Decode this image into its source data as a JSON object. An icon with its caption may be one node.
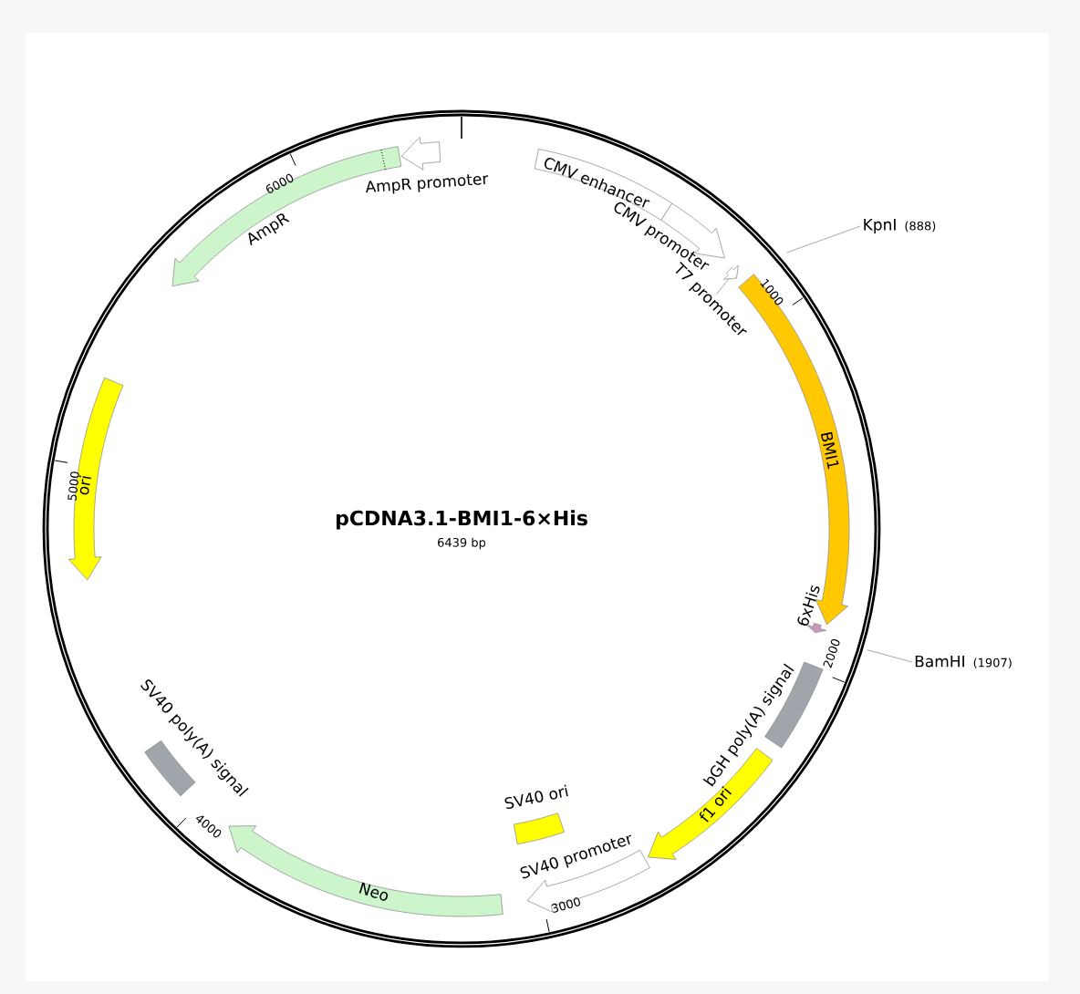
{
  "diagram": {
    "title": "pCDNA3.1-BMI1-6×His",
    "caption": "6439 bp",
    "nodes": [
      {
        "text": [
          "CMV enhancer"
        ]
      },
      {
        "text": [
          "CMV promoter"
        ]
      },
      {
        "text": [
          "T7 promoter"
        ]
      },
      {
        "text": [],
        "shape": "arrow"
      },
      {
        "text": [
          "KpnI",
          "(888)"
        ]
      },
      {
        "text": [
          "BMI1"
        ]
      },
      {
        "text": [
          "6xHis"
        ]
      },
      {
        "text": [
          "BamHI",
          "(1907)"
        ]
      },
      {
        "text": [
          "bGH poly(A) signal"
        ]
      },
      {
        "text": [
          "f1 ori"
        ]
      },
      {
        "text": [
          "SV40 promoter"
        ]
      },
      {
        "text": [
          "SV40 ori"
        ]
      },
      {
        "text": [
          "Neo"
        ]
      },
      {
        "text": [
          "SV40 poly(A) signal"
        ]
      },
      {
        "text": [
          "ori"
        ]
      },
      {
        "text": [
          "AmpR"
        ]
      },
      {
        "text": [
          "AmpR promoter"
        ]
      }
    ],
    "edges": [
      {
        "from": 2,
        "to": 3,
        "arrow": "none"
      },
      {
        "from": 4,
        "to": null,
        "arrow": "none"
      },
      {
        "from": 7,
        "to": null,
        "arrow": "none"
      }
    ],
    "labels": [
      "1000",
      "2000",
      "3000",
      "4000",
      "5000",
      "6000"
    ]
  }
}
